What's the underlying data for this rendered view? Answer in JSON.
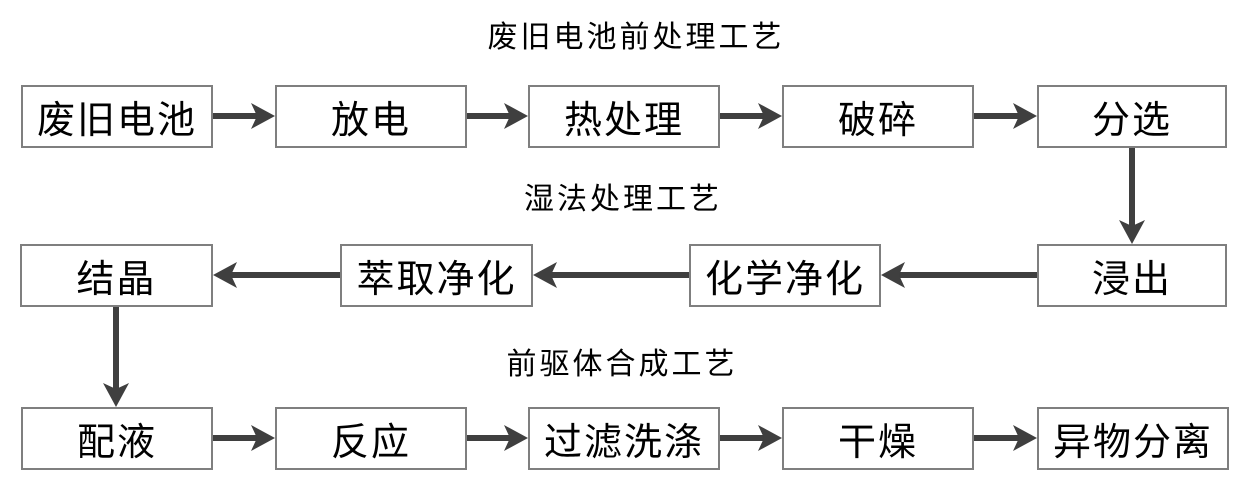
{
  "diagram": {
    "type": "flowchart",
    "language": "zh-CN",
    "colors": {
      "background": "#ffffff",
      "box_fill": "#ffffff",
      "box_border": "#7f7f7f",
      "arrow": "#3f3f3f",
      "text": "#000000"
    },
    "sections": [
      {
        "title": "废旧电池前处理工艺",
        "flow_direction": "left-to-right",
        "nodes": [
          {
            "label": "废旧电池"
          },
          {
            "label": "放电"
          },
          {
            "label": "热处理"
          },
          {
            "label": "破碎"
          },
          {
            "label": "分选"
          }
        ]
      },
      {
        "title": "湿法处理工艺",
        "flow_direction": "right-to-left",
        "nodes": [
          {
            "label": "浸出"
          },
          {
            "label": "化学净化"
          },
          {
            "label": "萃取净化"
          },
          {
            "label": "结晶"
          }
        ]
      },
      {
        "title": "前驱体合成工艺",
        "flow_direction": "left-to-right",
        "nodes": [
          {
            "label": "配液"
          },
          {
            "label": "反应"
          },
          {
            "label": "过滤洗涤"
          },
          {
            "label": "干燥"
          },
          {
            "label": "异物分离"
          }
        ]
      }
    ],
    "connections": [
      {
        "from": "废旧电池",
        "to": "放电"
      },
      {
        "from": "放电",
        "to": "热处理"
      },
      {
        "from": "热处理",
        "to": "破碎"
      },
      {
        "from": "破碎",
        "to": "分选"
      },
      {
        "from": "分选",
        "to": "浸出"
      },
      {
        "from": "浸出",
        "to": "化学净化"
      },
      {
        "from": "化学净化",
        "to": "萃取净化"
      },
      {
        "from": "萃取净化",
        "to": "结晶"
      },
      {
        "from": "结晶",
        "to": "配液"
      },
      {
        "from": "配液",
        "to": "反应"
      },
      {
        "from": "反应",
        "to": "过滤洗涤"
      },
      {
        "from": "过滤洗涤",
        "to": "干燥"
      },
      {
        "from": "干燥",
        "to": "异物分离"
      }
    ]
  }
}
